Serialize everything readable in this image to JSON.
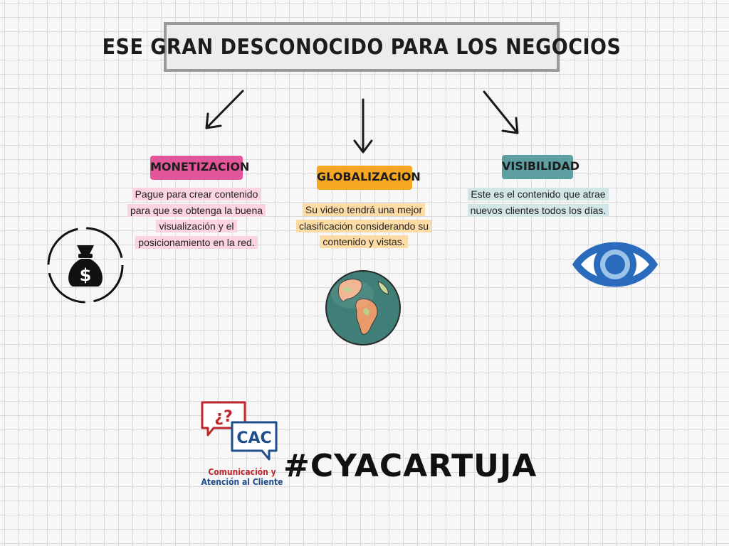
{
  "title": "ESE GRAN DESCONOCIDO PARA LOS NEGOCIOS",
  "branches": [
    {
      "label": "MONETIZACION",
      "color": "#e4569a",
      "text": "Pague para crear contenido\npara que se obtenga la buena\nvisualización y el\nposicionamiento en la red.",
      "icon": "money-bag-icon"
    },
    {
      "label": "GLOBALIZACION",
      "color": "#f5a623",
      "text": "Su video tendrá una mejor\nclasificación considerando su\ncontenido y vistas.",
      "icon": "globe-icon"
    },
    {
      "label": "VISIBILIDAD",
      "color": "#5d9ea0",
      "text": "Este es el contenido que atrae\nnuevos clientes todos los días.",
      "icon": "eye-icon"
    }
  ],
  "logo": {
    "question": "¿?",
    "acronym": "CAC",
    "line1": "Comunicación y",
    "line2": "Atención al Cliente"
  },
  "hashtag": "#CYACARTUJA"
}
